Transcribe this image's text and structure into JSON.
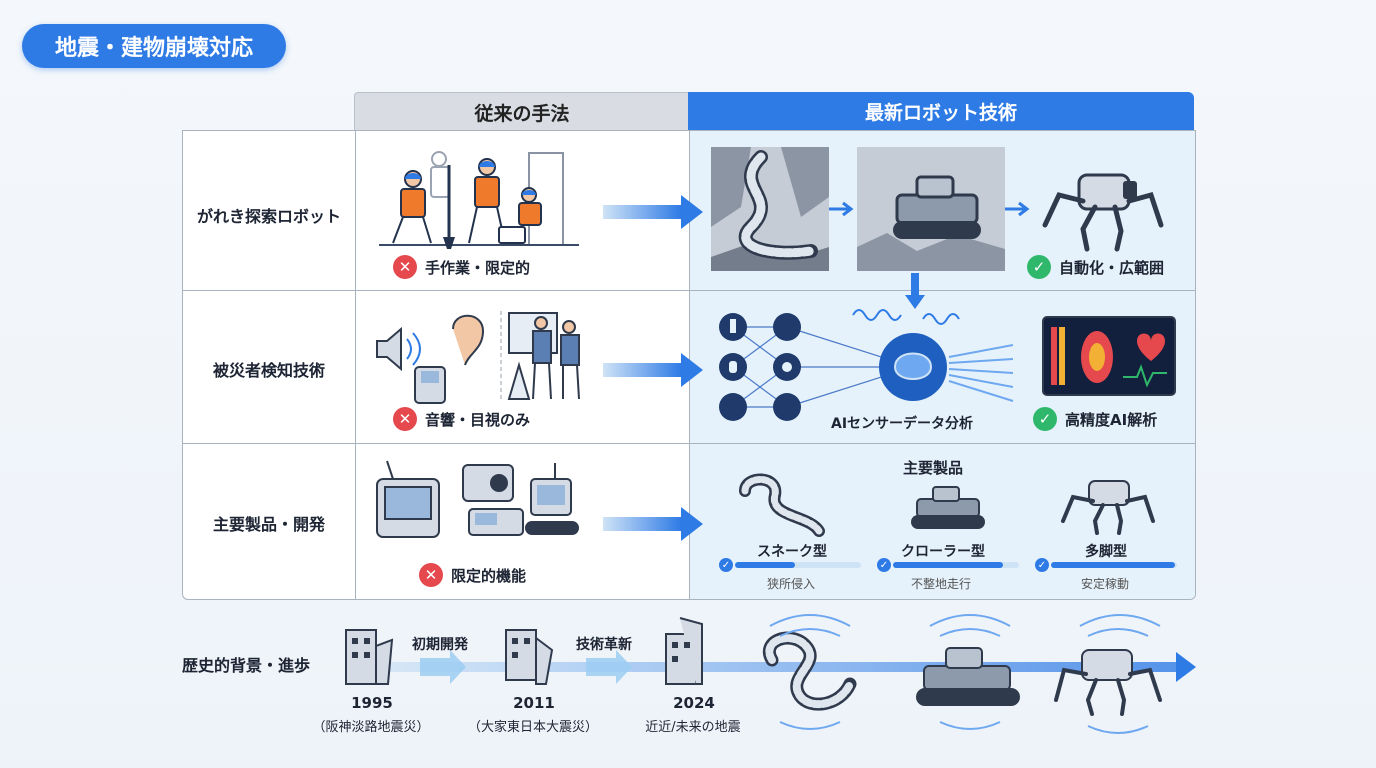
{
  "title": "地震・建物崩壊対応",
  "headers": {
    "old": "従来の手法",
    "new": "最新ロボット技術"
  },
  "rows": [
    {
      "label": "がれき探索ロボット",
      "old_badge": "手作業・限定的",
      "new_badge": "自動化・広範囲"
    },
    {
      "label": "被災者検知技術",
      "old_badge": "音響・目視のみ",
      "new_caption": "AIセンサーデータ分析",
      "new_badge": "高精度AI解析"
    },
    {
      "label": "主要製品・開発",
      "old_badge": "限定的機能",
      "new_title": "主要製品",
      "products": [
        {
          "name": "スネーク型",
          "desc": "狭所侵入"
        },
        {
          "name": "クローラー型",
          "desc": "不整地走行"
        },
        {
          "name": "多脚型",
          "desc": "安定稼動"
        }
      ]
    }
  ],
  "timeline": {
    "label": "歴史的背景・進歩",
    "steps": [
      "初期開発",
      "技術革新"
    ],
    "events": [
      {
        "year": "1995",
        "desc": "（阪神淡路地震災）"
      },
      {
        "year": "2011",
        "desc": "（大家東日本大震災）"
      },
      {
        "year": "2024",
        "desc": "近近/未来の地震"
      }
    ]
  },
  "colors": {
    "accent": "#2f7be6",
    "header_old": "#d9dde3",
    "bad": "#e5484d",
    "good": "#2fb86b",
    "new_bg": "#e6f2fb"
  },
  "icons": [
    "close-icon",
    "check-icon",
    "snake-robot-icon",
    "crawler-robot-icon",
    "legged-robot-icon",
    "brain-icon",
    "building-icon"
  ]
}
